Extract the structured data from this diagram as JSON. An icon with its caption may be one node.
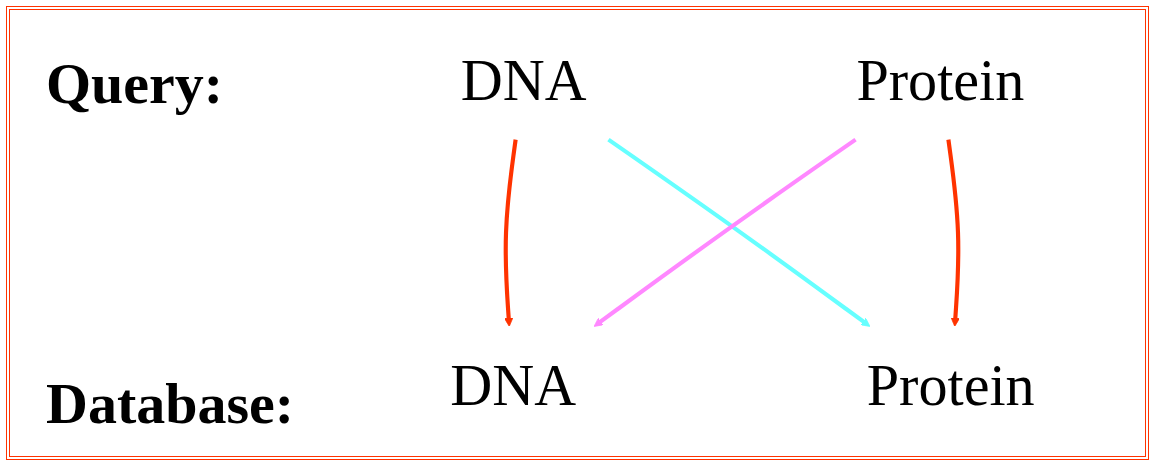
{
  "diagram": {
    "nodes": [
      {
        "text": [
          "DNA"
        ]
      },
      {
        "text": [
          "Protein"
        ]
      },
      {
        "text": [
          "DNA"
        ]
      },
      {
        "text": [
          "Protein"
        ]
      }
    ],
    "edges": [
      {
        "from": 0,
        "to": 2,
        "arrow": "to"
      },
      {
        "from": 0,
        "to": 3,
        "arrow": "to",
        "color": "#66ffff"
      },
      {
        "from": 1,
        "to": 2,
        "arrow": "to",
        "color": "#ff88ff"
      },
      {
        "from": 1,
        "to": 3,
        "arrow": "to"
      }
    ],
    "labels": [
      "Query:",
      "Database:"
    ]
  }
}
